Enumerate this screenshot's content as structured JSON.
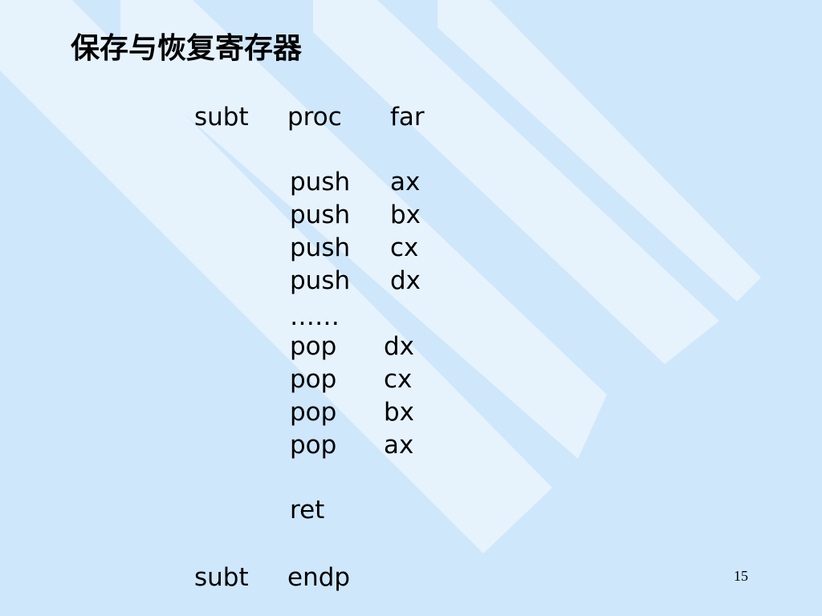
{
  "slide": {
    "title": "保存与恢复寄存器",
    "page_number": "15",
    "background_color": "#cfe7fb",
    "stripe_color": "#e6f3fd"
  },
  "code": {
    "proc_line": {
      "label": "subt",
      "mnemonic": "proc",
      "operand": "far"
    },
    "saves": [
      {
        "mnemonic": "push",
        "operand": "ax"
      },
      {
        "mnemonic": "push",
        "operand": "bx"
      },
      {
        "mnemonic": "push",
        "operand": "cx"
      },
      {
        "mnemonic": "push",
        "operand": "dx"
      }
    ],
    "ellipsis": "……",
    "restores": [
      {
        "mnemonic": "pop",
        "operand": "dx"
      },
      {
        "mnemonic": "pop",
        "operand": "cx"
      },
      {
        "mnemonic": "pop",
        "operand": "bx"
      },
      {
        "mnemonic": "pop",
        "operand": "ax"
      }
    ],
    "ret": "ret",
    "endp_line": {
      "label": "subt",
      "mnemonic": "endp"
    }
  }
}
